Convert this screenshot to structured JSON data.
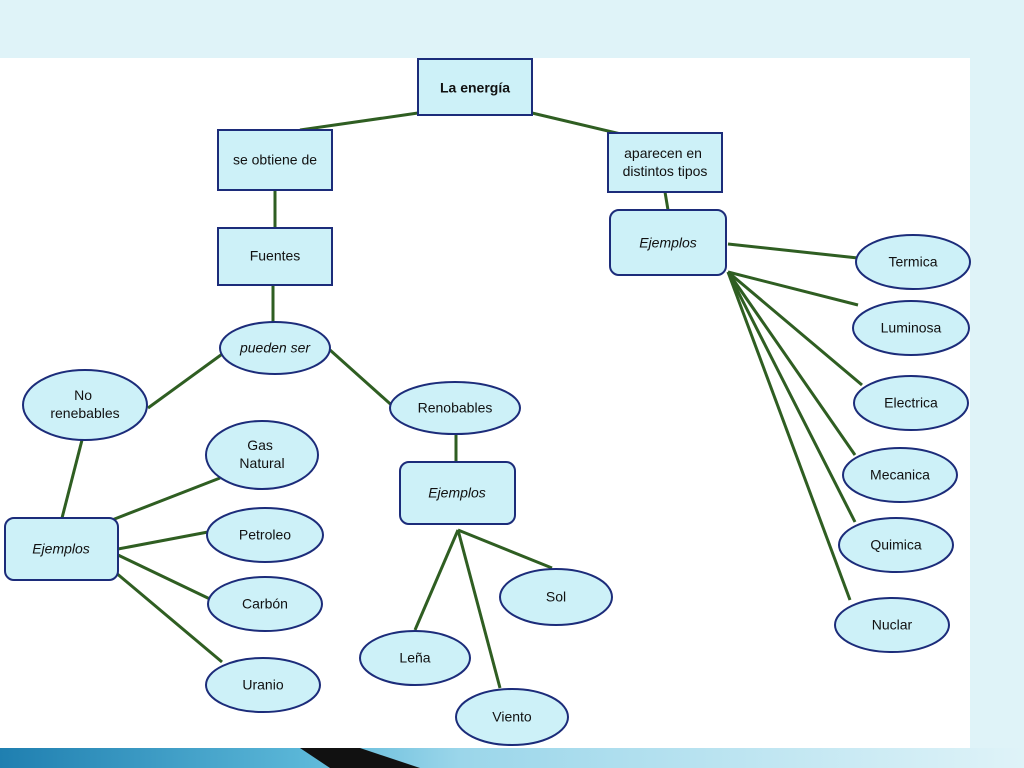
{
  "diagram": {
    "root": "La energía",
    "left_branch": {
      "link": "se obtiene de",
      "node": "Fuentes",
      "link2": "pueden ser",
      "no_renewable": "No renebables",
      "no_renewable_examples_label": "Ejemplos",
      "no_renewable_examples": [
        "Gas Natural",
        "Petroleo",
        "Carbón",
        "Uranio"
      ],
      "renewable": "Renobables",
      "renewable_examples_label": "Ejemplos",
      "renewable_examples": [
        "Sol",
        "Leña",
        "Viento"
      ]
    },
    "right_branch": {
      "link": "aparecen en distintos tipos",
      "examples_label": "Ejemplos",
      "types": [
        "Termica",
        "Luminosa",
        "Electrica",
        "Mecanica",
        "Quimica",
        "Nuclar"
      ]
    }
  },
  "colors": {
    "node_fill": "#cdf1f8",
    "node_stroke": "#1c2c7a",
    "edge": "#2f5e22",
    "slide_bg": "#dff3f8"
  }
}
